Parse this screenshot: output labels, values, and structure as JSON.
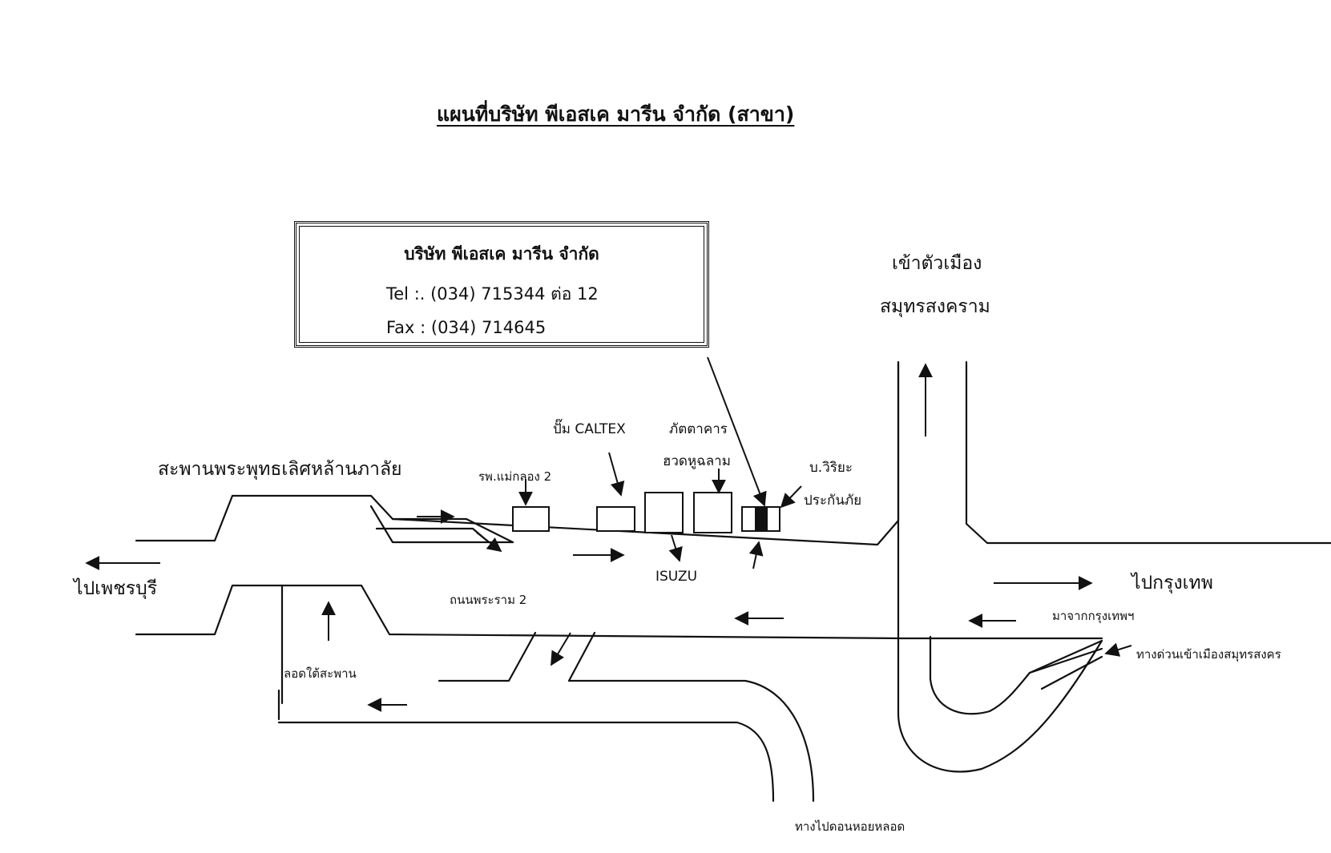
{
  "title": "แผนที่บริษัท พีเอสเค มารีน จำกัด (สาขา)",
  "info_box": {
    "company": "บริษัท พีเอสเค มารีน จำกัด",
    "phone": "Tel :. (034) 715344 ต่อ 12",
    "fax": "Fax : (034) 714645"
  },
  "labels": {
    "to_city_1": "เข้าตัวเมือง",
    "to_city_2": "สมุทรสงคราม",
    "bridge": "สะพานพระพุทธเลิศหล้านภาลัย",
    "hospital": "รพ.แม่กลอง 2",
    "caltex": "ปั๊ม CALTEX",
    "restaurant_1": "ภัตตาคาร",
    "restaurant_2": "ฮวดหูฉลาม",
    "insurance_1": "บ.วิริยะ",
    "insurance_2": "ประกันภัย",
    "isuzu": "ISUZU",
    "to_phetchaburi": "ไปเพชรบุรี",
    "to_bangkok": "ไปกรุงเทพ",
    "rama2_road": "ถนนพระราม 2",
    "from_bangkok": "มาจากกรุงเทพฯ",
    "expressway": "ทางด่วนเข้าเมืองสมุทรสงคร",
    "underpass": "ลอดใต้สะพาน",
    "to_don_hoi_lot": "ทางไปดอนหอยหลอด"
  },
  "colors": {
    "ink": "#111111",
    "background": "#ffffff"
  }
}
